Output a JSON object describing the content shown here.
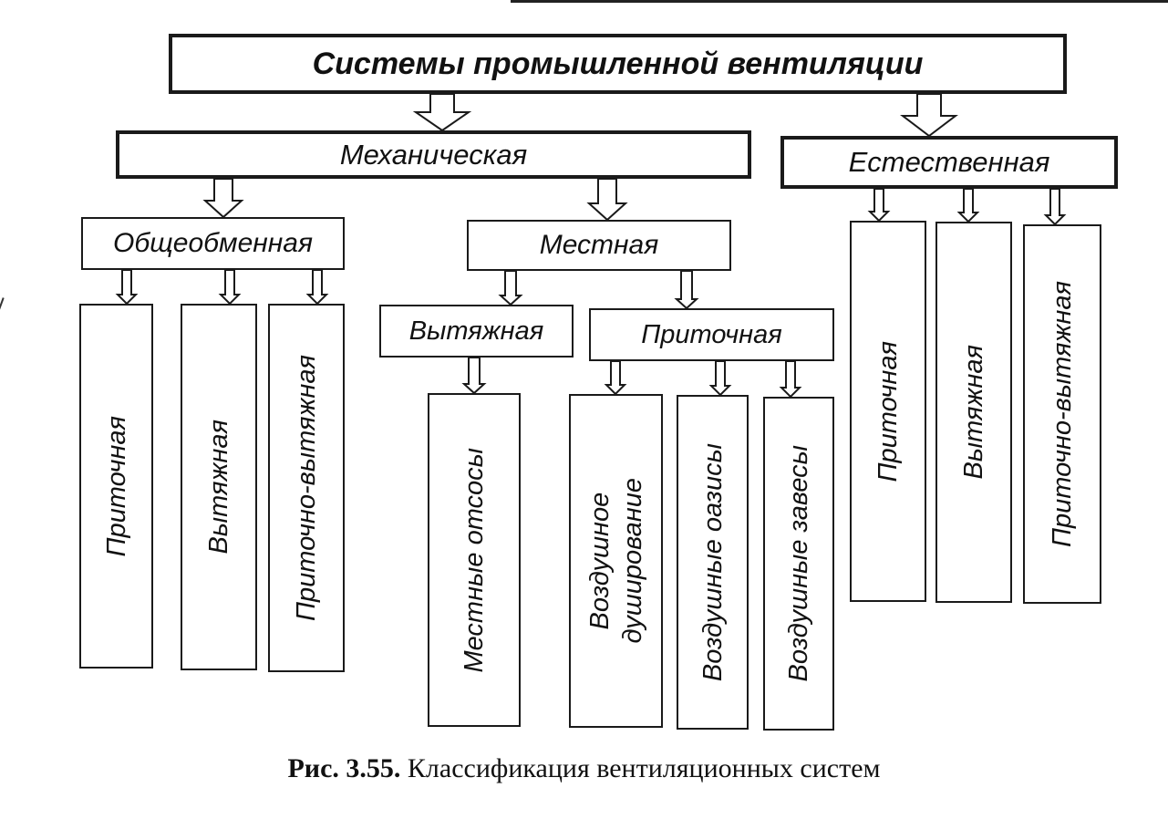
{
  "root": "Системы промышленной вентиляции",
  "mechanical": "Механическая",
  "natural": "Естественная",
  "general": "Общеобменная",
  "local": "Местная",
  "exhaust_local": "Вытяжная",
  "supply_local": "Приточная",
  "general_children": [
    "Приточная",
    "Вытяжная",
    "Приточно-вытяжная"
  ],
  "local_exhaust_children": [
    "Местные отсосы"
  ],
  "local_supply_children": [
    [
      "Воздушное",
      "душирование"
    ],
    [
      "Воздушные оазисы"
    ],
    [
      "Воздушные завесы"
    ]
  ],
  "natural_children": [
    "Приточная",
    "Вытяжная",
    "Приточно-вытяжная"
  ],
  "caption": {
    "number": "Рис. 3.55.",
    "text": "Классификация вентиляционных систем"
  }
}
